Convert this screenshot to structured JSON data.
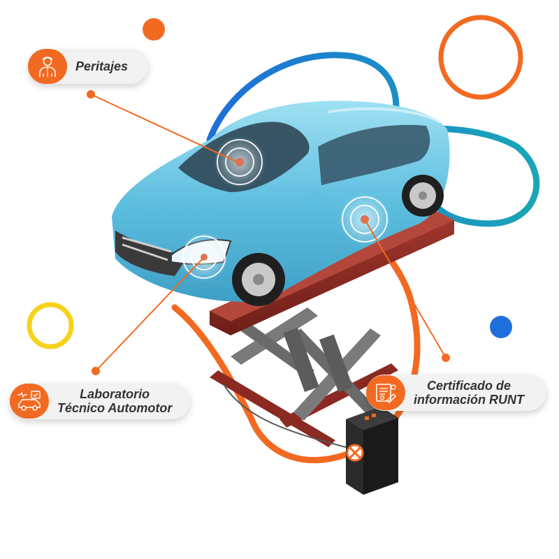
{
  "labels": {
    "peritajes": {
      "text": "Peritajes",
      "icon": "mechanic-icon"
    },
    "laboratorio": {
      "line1": "Laboratorio",
      "line2": "Técnico Automotor",
      "icon": "car-diagnostic-icon"
    },
    "certificado": {
      "line1": "Certificado de",
      "line2": "información RUNT",
      "icon": "certificate-icon"
    }
  },
  "colors": {
    "accent_orange": "#f26a22",
    "blue": "#1e6fd9",
    "teal": "#1aa6b7",
    "yellow": "#f7d21c",
    "car_body": "#6ec9e6",
    "lift_red": "#8a2a22",
    "lift_gray": "#7a7a7a",
    "control_box": "#2a2a2a"
  }
}
